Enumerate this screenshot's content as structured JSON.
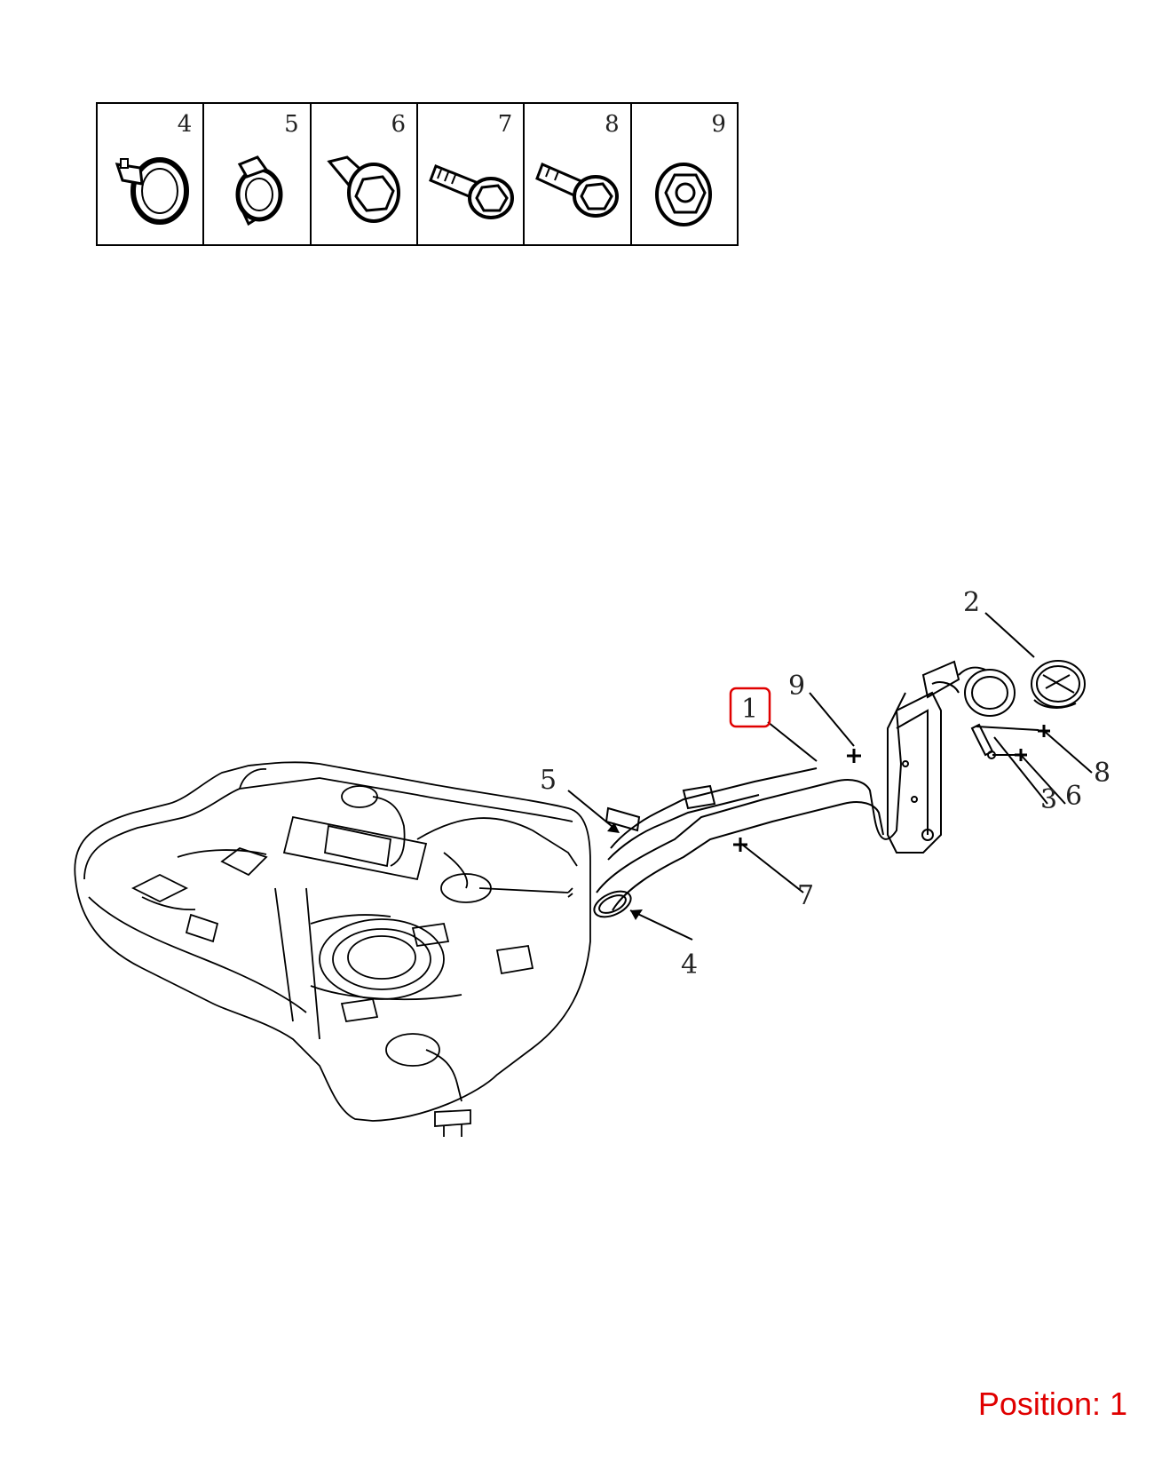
{
  "legend": {
    "items": [
      {
        "number": "4",
        "icon": "hose-clamp-icon"
      },
      {
        "number": "5",
        "icon": "spring-clip-icon"
      },
      {
        "number": "6",
        "icon": "clip-bolt-icon"
      },
      {
        "number": "7",
        "icon": "flange-bolt-long-icon"
      },
      {
        "number": "8",
        "icon": "flange-bolt-short-icon"
      },
      {
        "number": "9",
        "icon": "flange-nut-icon"
      }
    ]
  },
  "callouts": {
    "c1": "1",
    "c2": "2",
    "c3": "3",
    "c4": "4",
    "c5": "5",
    "c6": "6",
    "c7": "7",
    "c8": "8",
    "c9": "9"
  },
  "highlight": {
    "callout": "1",
    "color": "#e00000"
  },
  "position_label": "Position: 1"
}
